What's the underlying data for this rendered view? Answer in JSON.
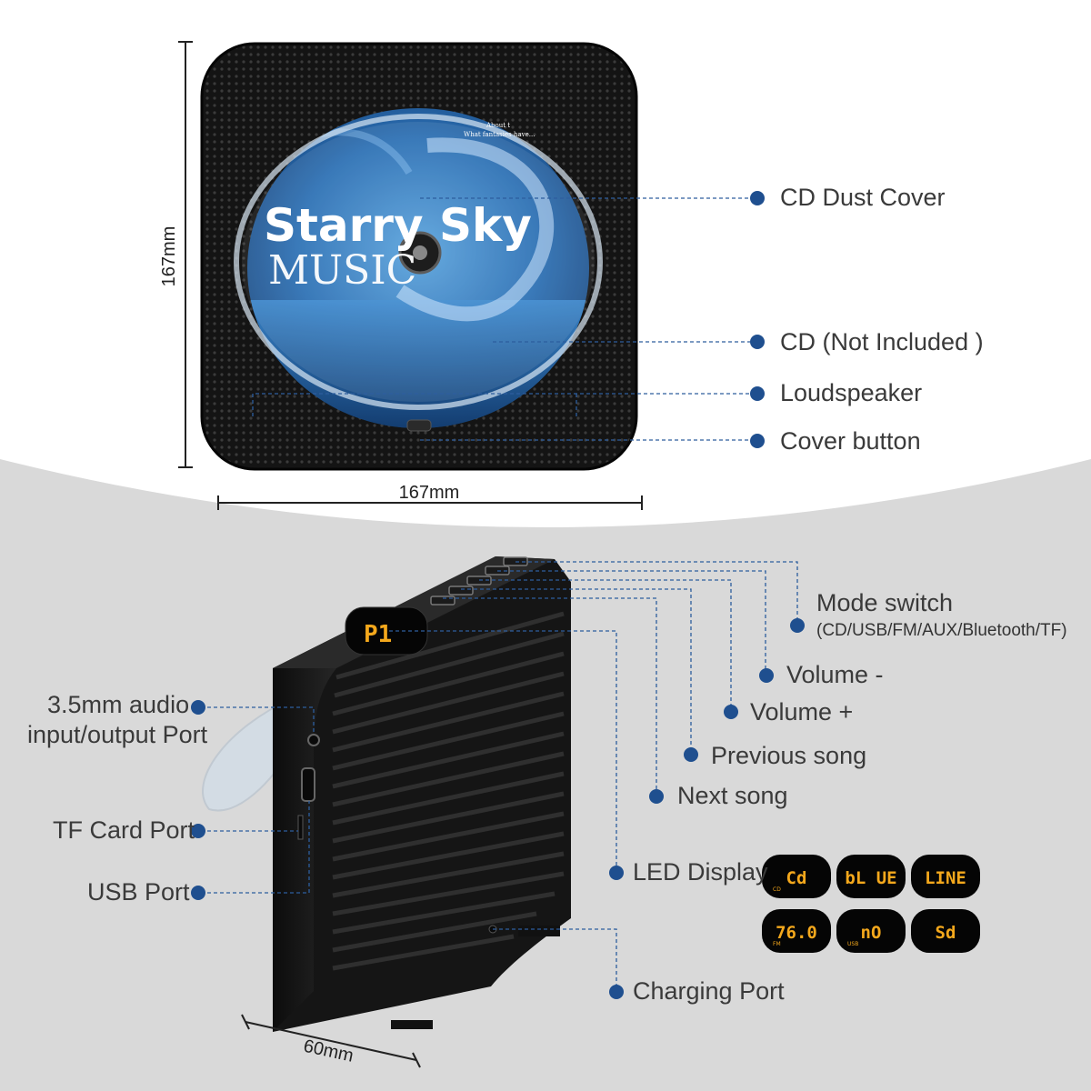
{
  "colors": {
    "accent_dot": "#1f4f8f",
    "leader_line": "#2d5e9e",
    "background_bottom": "#d9d9d9",
    "device": "#161616",
    "led_amber": "#f4a81c",
    "disc_blue": "#2b6fb3"
  },
  "dimensions": {
    "height": "167mm",
    "width": "167mm",
    "depth": "60mm"
  },
  "disc": {
    "title": "Starry Sky",
    "subtitle": "MUSIC",
    "tiny_line1": "About t",
    "tiny_line2": "What fantasies have..."
  },
  "top_labels": {
    "dust_cover": "CD Dust Cover",
    "cd": "CD (Not Included )",
    "speaker": "Loudspeaker",
    "cover_button": "Cover button"
  },
  "right_labels": {
    "mode_switch": "Mode switch",
    "mode_options": "(CD/USB/FM/AUX/Bluetooth/TF)",
    "volume_down": "Volume -",
    "volume_up": "Volume +",
    "previous": "Previous song",
    "next": "Next song",
    "led_display": "LED Display",
    "charging": "Charging Port"
  },
  "left_labels": {
    "audio_line1": "3.5mm audio",
    "audio_line2": "input/output Port",
    "tf_card": "TF Card Port",
    "usb": "USB Port"
  },
  "led_screens": [
    {
      "text": "Cd",
      "sub": "CD"
    },
    {
      "text": "bL UE",
      "sub": ""
    },
    {
      "text": "LINE",
      "sub": ""
    },
    {
      "text": "76.0",
      "sub": "FM"
    },
    {
      "text": "nO",
      "sub": "USB"
    },
    {
      "text": "Sd",
      "sub": ""
    }
  ],
  "device_display": "P1"
}
